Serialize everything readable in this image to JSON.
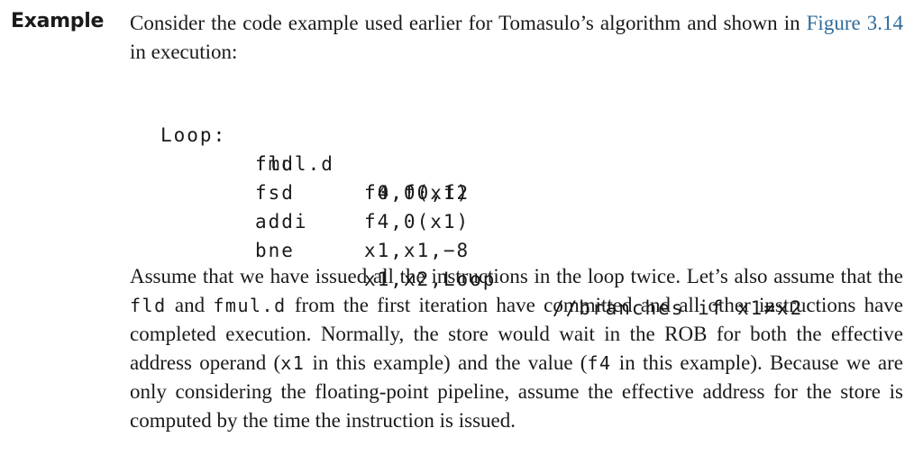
{
  "label": "Example",
  "intro": {
    "before": "Consider the code example used earlier for Tomasulo’s algorithm and shown in ",
    "link": "Figure 3.14",
    "after": " in execution:"
  },
  "code": [
    {
      "label": "Loop:",
      "op": "fld",
      "args": "f0,0(x1)",
      "comment": ""
    },
    {
      "label": "",
      "op": "fmul.d",
      "args": "f4,f0,f2",
      "comment": ""
    },
    {
      "label": "",
      "op": "fsd",
      "args": "f4,0(x1)",
      "comment": ""
    },
    {
      "label": "",
      "op": "addi",
      "args": "x1,x1,−8",
      "comment": ""
    },
    {
      "label": "",
      "op": "bne",
      "args": "x1,x2,Loop",
      "comment": "//branches if x1≠x2"
    }
  ],
  "body": {
    "t1": "Assume that we have issued all the instructions in the loop twice. Let’s also assume that the ",
    "c1": "fld",
    "t2": " and ",
    "c2": "fmul.d",
    "t3": " from the first iteration have committed and all other instructions have completed execution. Normally, the store would wait in the ROB for both the effective address operand (",
    "c3": "x1",
    "t4": " in this example) and the value (",
    "c4": "f4",
    "t5": " in this example). Because we are only considering the floating-point pipeline, assume the effective address for the store is computed by the time the instruction is issued."
  }
}
